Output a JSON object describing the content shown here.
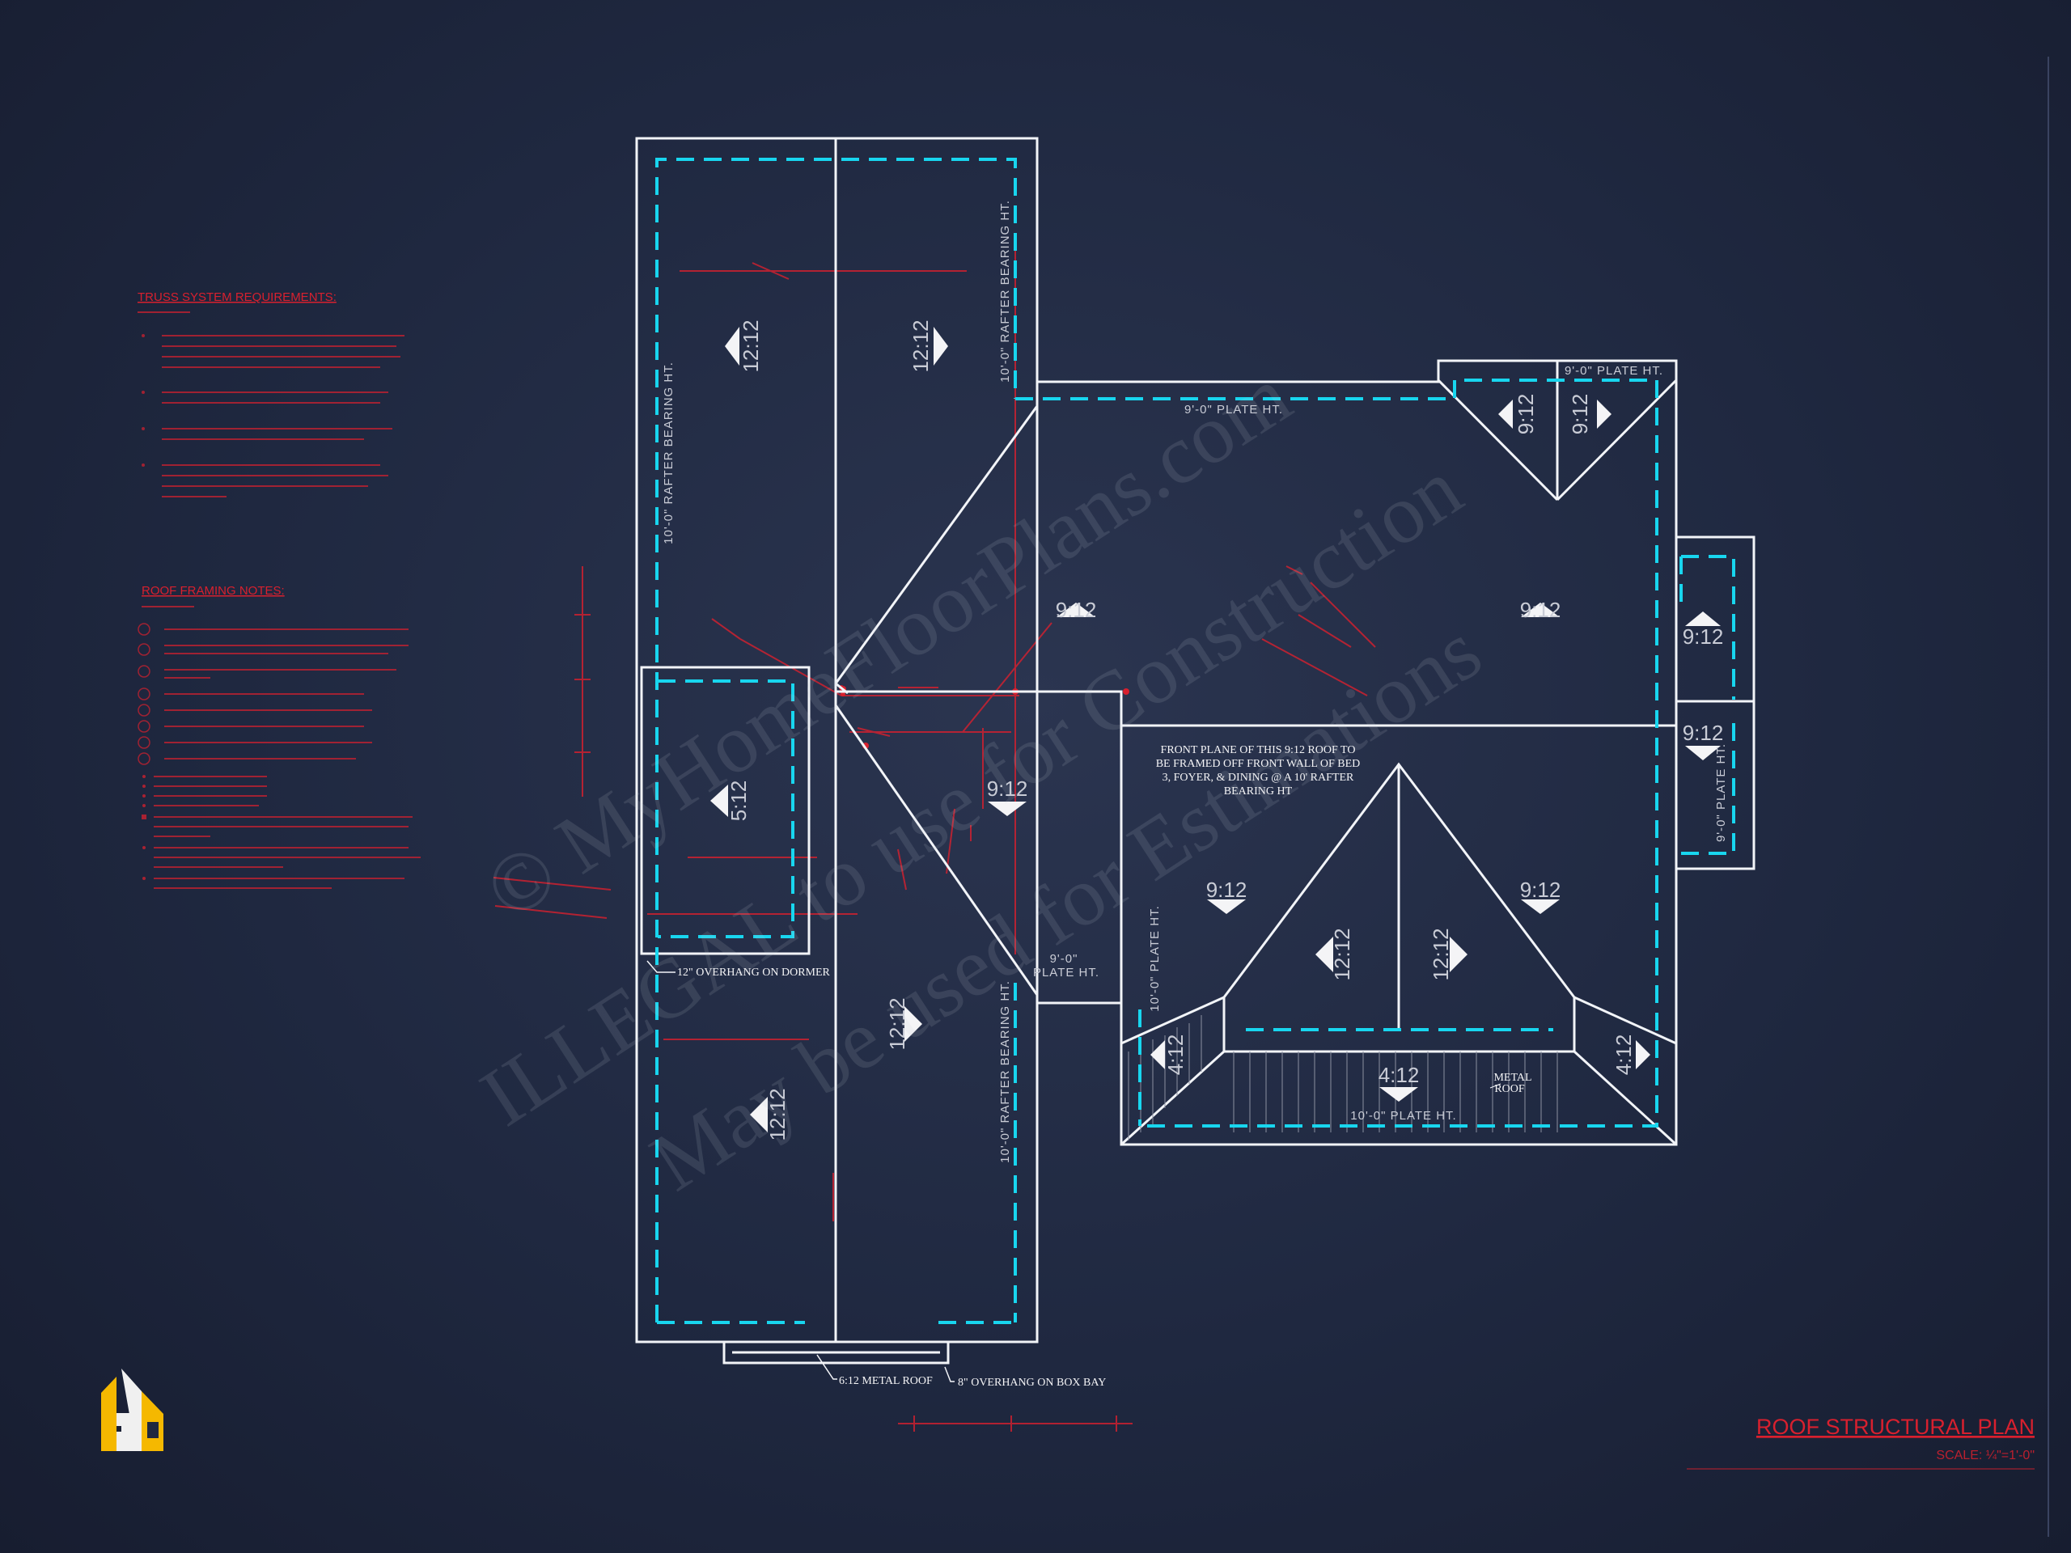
{
  "pitches": {
    "p1212": "12:12",
    "p912": "9:12",
    "p412": "4:12",
    "p512": "5:12"
  },
  "plates": {
    "rafter10": "10'-0\" RAFTER BEARING HT.",
    "plate9": "9'-0\" PLATE HT.",
    "plate9_short": "9'-0\"",
    "plate_ht": "PLATE HT.",
    "plate10": "10'-0\" PLATE HT."
  },
  "notes": {
    "front_plane": [
      "FRONT PLANE OF THIS 9:12 ROOF TO",
      "BE FRAMED OFF FRONT WALL OF BED",
      "3, FOYER, & DINING @ A 10' RAFTER",
      "BEARING HT"
    ],
    "overhang_dormer": "12\" OVERHANG ON DORMER",
    "metal_roof_612": "6:12 METAL ROOF",
    "overhang_box_bay": "8\" OVERHANG ON BOX BAY",
    "metal_roof": [
      "METAL",
      "ROOF"
    ]
  },
  "left_panel": {
    "truss_head": "TRUSS SYSTEM REQUIREMENTS:",
    "framing_head": "ROOF FRAMING NOTES:"
  },
  "title_block": {
    "title": "ROOF STRUCTURAL PLAN",
    "scale": "SCALE: ¼\"=1'-0\""
  },
  "watermark": {
    "line1": "© MyHomeFloorPlans.com",
    "line2": "ILLEGAL to use for Construction",
    "line3": "May be used for Estimations"
  },
  "colors": {
    "background": "#1f2840",
    "lines": "#f2f4f8",
    "dashed_plate_line": "#18d6ef",
    "annotations": "#d8202e",
    "logo": "#f5b800"
  }
}
